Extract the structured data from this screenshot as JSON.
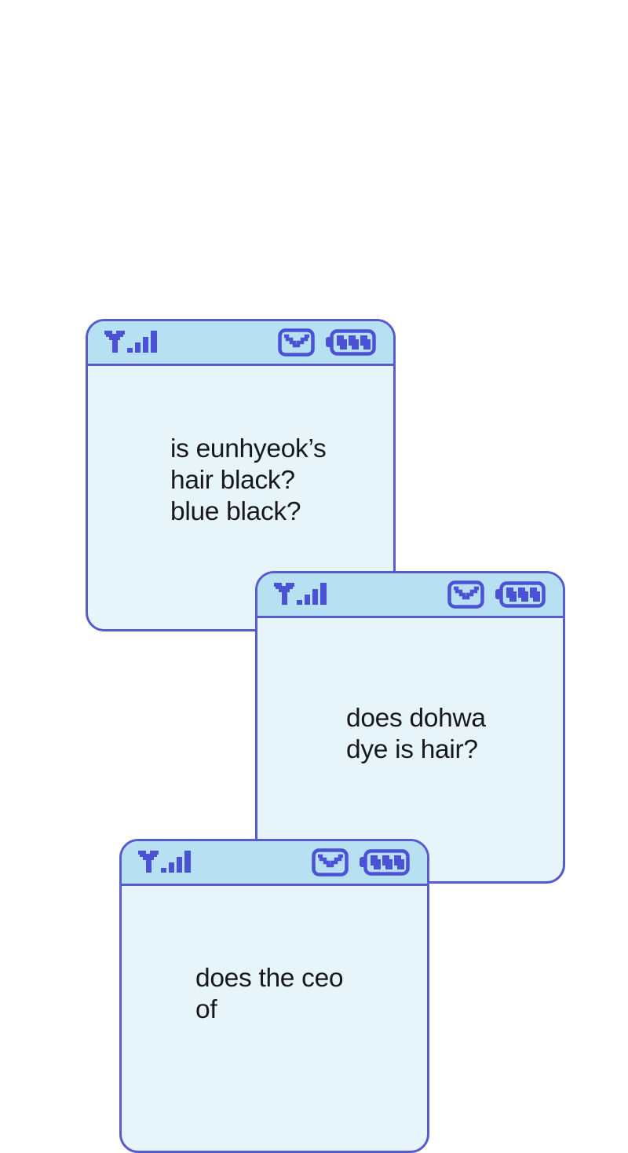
{
  "panel": {
    "description_colors": {
      "outline_indigo": "#575ccd",
      "icon_indigo": "#4b52d6",
      "header_blue": "#b7e1f3",
      "screen_blue": "#e7f5fb",
      "message_text": "#17181a",
      "page_background": "#ffffff"
    }
  },
  "icons": {
    "signal": "signal-strength-icon",
    "envelope": "message-envelope-icon",
    "battery": "battery-level-icon"
  },
  "windows": [
    {
      "id": "phone-window-1",
      "message_lines": [
        "is eunhyeok’s",
        "hair black?",
        "blue black?"
      ]
    },
    {
      "id": "phone-window-2",
      "message_lines": [
        "does dohwa",
        "dye is hair?"
      ]
    },
    {
      "id": "phone-window-3",
      "message_lines": [
        "does the ceo",
        "of"
      ]
    }
  ]
}
